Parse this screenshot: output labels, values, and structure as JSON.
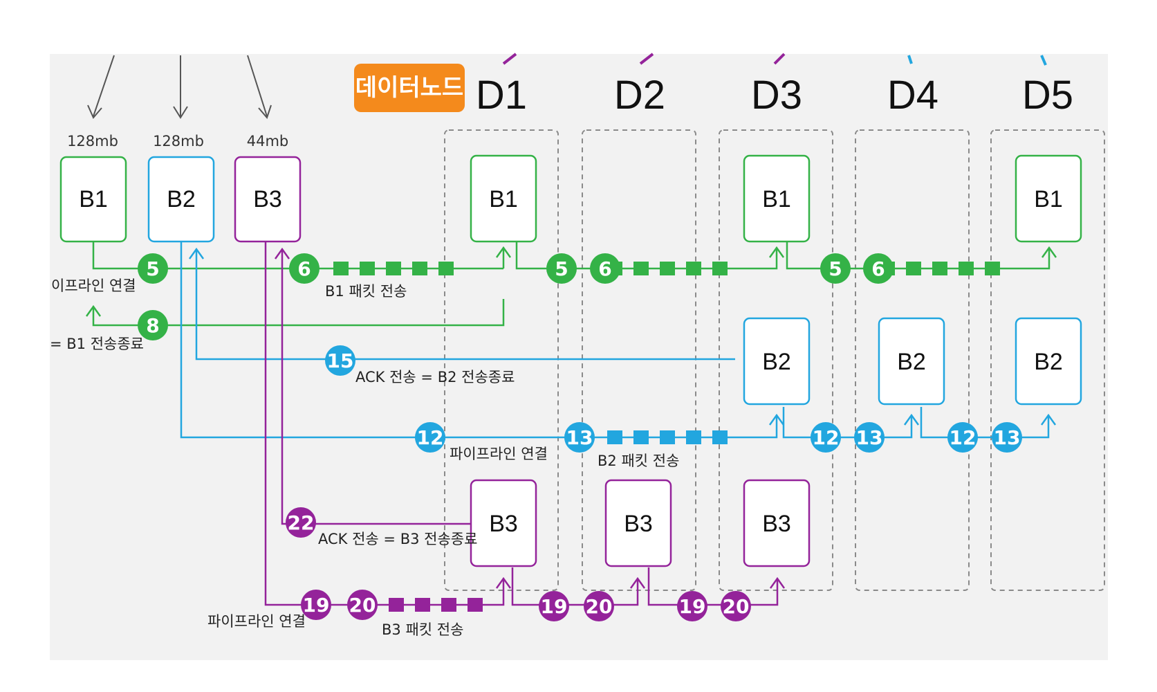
{
  "colors": {
    "panel": "#f2f2f2",
    "green": "#34b247",
    "blue": "#22a6df",
    "purple": "#94239a",
    "orange": "#f48a1c",
    "arrow_gray": "#555555",
    "box_gray": "#8a8a8a"
  },
  "badge": {
    "label": "데이터노드"
  },
  "datanodes": [
    {
      "id": "D1",
      "label": "D1"
    },
    {
      "id": "D2",
      "label": "D2"
    },
    {
      "id": "D3",
      "label": "D3"
    },
    {
      "id": "D4",
      "label": "D4"
    },
    {
      "id": "D5",
      "label": "D5"
    }
  ],
  "source_blocks": [
    {
      "label": "B1",
      "size": "128mb",
      "color": "green"
    },
    {
      "label": "B2",
      "size": "128mb",
      "color": "blue"
    },
    {
      "label": "B3",
      "size": "44mb",
      "color": "purple"
    }
  ],
  "replicas": [
    {
      "label": "B1",
      "node": "D1",
      "color": "green"
    },
    {
      "label": "B1",
      "node": "D3",
      "color": "green"
    },
    {
      "label": "B1",
      "node": "D5",
      "color": "green"
    },
    {
      "label": "B2",
      "node": "D3",
      "color": "blue"
    },
    {
      "label": "B2",
      "node": "D4",
      "color": "blue"
    },
    {
      "label": "B2",
      "node": "D5",
      "color": "blue"
    },
    {
      "label": "B3",
      "node": "D1",
      "color": "purple"
    },
    {
      "label": "B3",
      "node": "D2",
      "color": "purple"
    },
    {
      "label": "B3",
      "node": "D3",
      "color": "purple"
    }
  ],
  "labels": {
    "b1_pipeline": "이프라인 연결",
    "b1_packet": "B1 패킷 전송",
    "b1_done": "= B1 전송종료",
    "b2_ack": "ACK 전송 = B2 전송종료",
    "b2_pipeline": "파이프라인 연결",
    "b2_packet": "B2 패킷 전송",
    "b3_ack": "ACK 전송 = B3 전송종료",
    "b3_pipeline": "파이프라인 연결",
    "b3_packet": "B3 패킷 전송"
  },
  "steps": {
    "s5": "5",
    "s6": "6",
    "s8": "8",
    "s12": "12",
    "s13": "13",
    "s15": "15",
    "s19": "19",
    "s20": "20",
    "s22": "22"
  }
}
